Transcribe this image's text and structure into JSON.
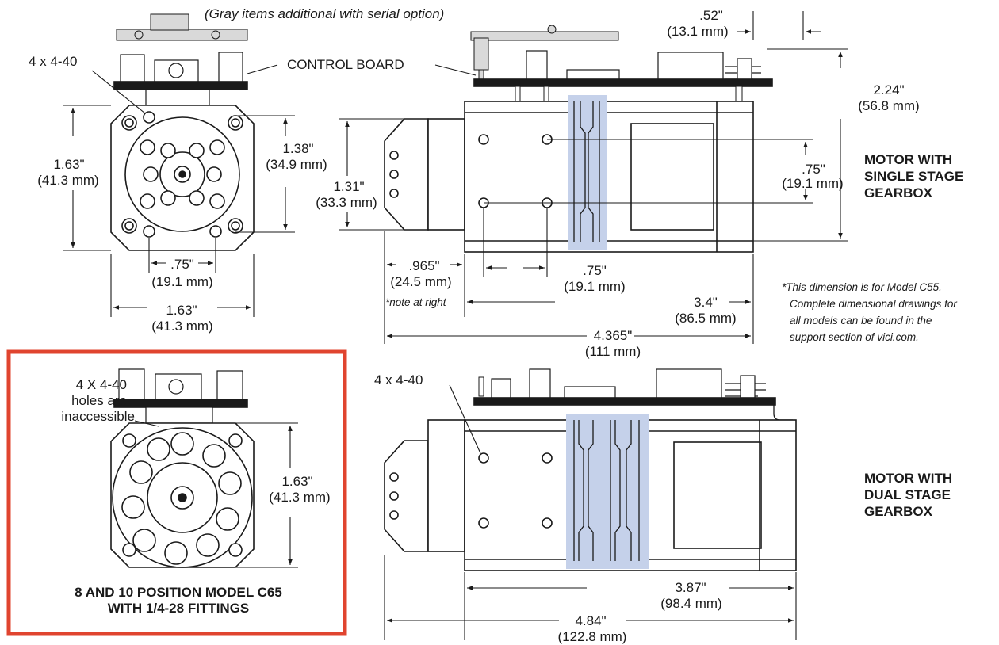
{
  "header_note": "(Gray items additional with serial option)",
  "labels": {
    "holes_top": "4 x 4-40",
    "control_board": "CONTROL BOARD",
    "holes_dual": "4 x 4-40",
    "inacc_1": "4 X 4-40",
    "inacc_2": "holes are",
    "inacc_3": "inaccessible"
  },
  "dims": {
    "d1_in": ".52\"",
    "d1_mm": "(13.1 mm)",
    "d2_in": "2.24\"",
    "d2_mm": "(56.8 mm)",
    "d3_in": "1.63\"",
    "d3_mm": "(41.3 mm)",
    "d4_in": "1.38\"",
    "d4_mm": "(34.9 mm)",
    "d5_in": "1.31\"",
    "d5_mm": "(33.3 mm)",
    "d6_in": ".75\"",
    "d6_mm": "(19.1 mm)",
    "d7_in": ".75\"",
    "d7_mm": "(19.1 mm)",
    "d8_in": ".965\"",
    "d8_mm": "(24.5 mm)",
    "d9_in": ".75\"",
    "d9_mm": "(19.1 mm)",
    "d10_in": "1.63\"",
    "d10_mm": "(41.3 mm)",
    "d11_in": "3.4\"",
    "d11_mm": "(86.5 mm)",
    "d12_in": "4.365\"",
    "d12_mm": "(111 mm)",
    "d13_in": "1.63\"",
    "d13_mm": "(41.3 mm)",
    "d14_in": "3.87\"",
    "d14_mm": "(98.4 mm)",
    "d15_in": "4.84\"",
    "d15_mm": "(122.8 mm)"
  },
  "note_at_right": "note at right",
  "footnote": {
    "line1": "This dimension is for Model C55.",
    "line2": "Complete dimensional drawings for",
    "line3": "all models can be found in the",
    "line4": "support section of vici.com."
  },
  "titles": {
    "single_1": "MOTOR WITH",
    "single_2": "SINGLE STAGE",
    "single_3": "GEARBOX",
    "dual_1": "MOTOR WITH",
    "dual_2": "DUAL STAGE",
    "dual_3": "GEARBOX",
    "c65_1": "8 AND 10 POSITION MODEL C65",
    "c65_2": "WITH 1/4-28 FITTINGS"
  },
  "colors": {
    "highlight_box": "#e0442f",
    "gearbox_tint": "#c5d1ea",
    "serial_gray": "#d9d9d9",
    "line": "#1a1a1a"
  }
}
